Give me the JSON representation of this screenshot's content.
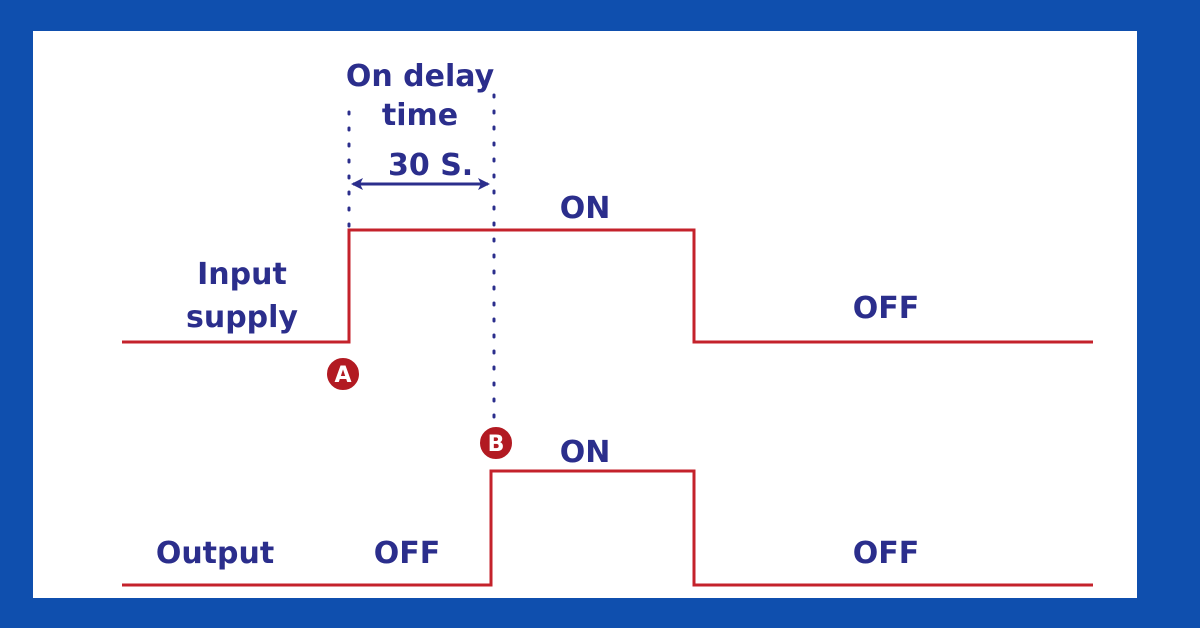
{
  "colors": {
    "background": "#0f4fae",
    "panel": "#ffffff",
    "signal": "#c4222b",
    "text": "#2b2e8c",
    "marker": "#b21a22"
  },
  "annotation": {
    "line1": "On delay",
    "line2": "time",
    "duration": "30 S."
  },
  "input_signal": {
    "label_line1": "Input",
    "label_line2": "supply",
    "on_label": "ON",
    "off_label": "OFF",
    "marker": "A"
  },
  "output_signal": {
    "label": "Output",
    "off_before_label": "OFF",
    "on_label": "ON",
    "off_after_label": "OFF",
    "marker": "B"
  }
}
